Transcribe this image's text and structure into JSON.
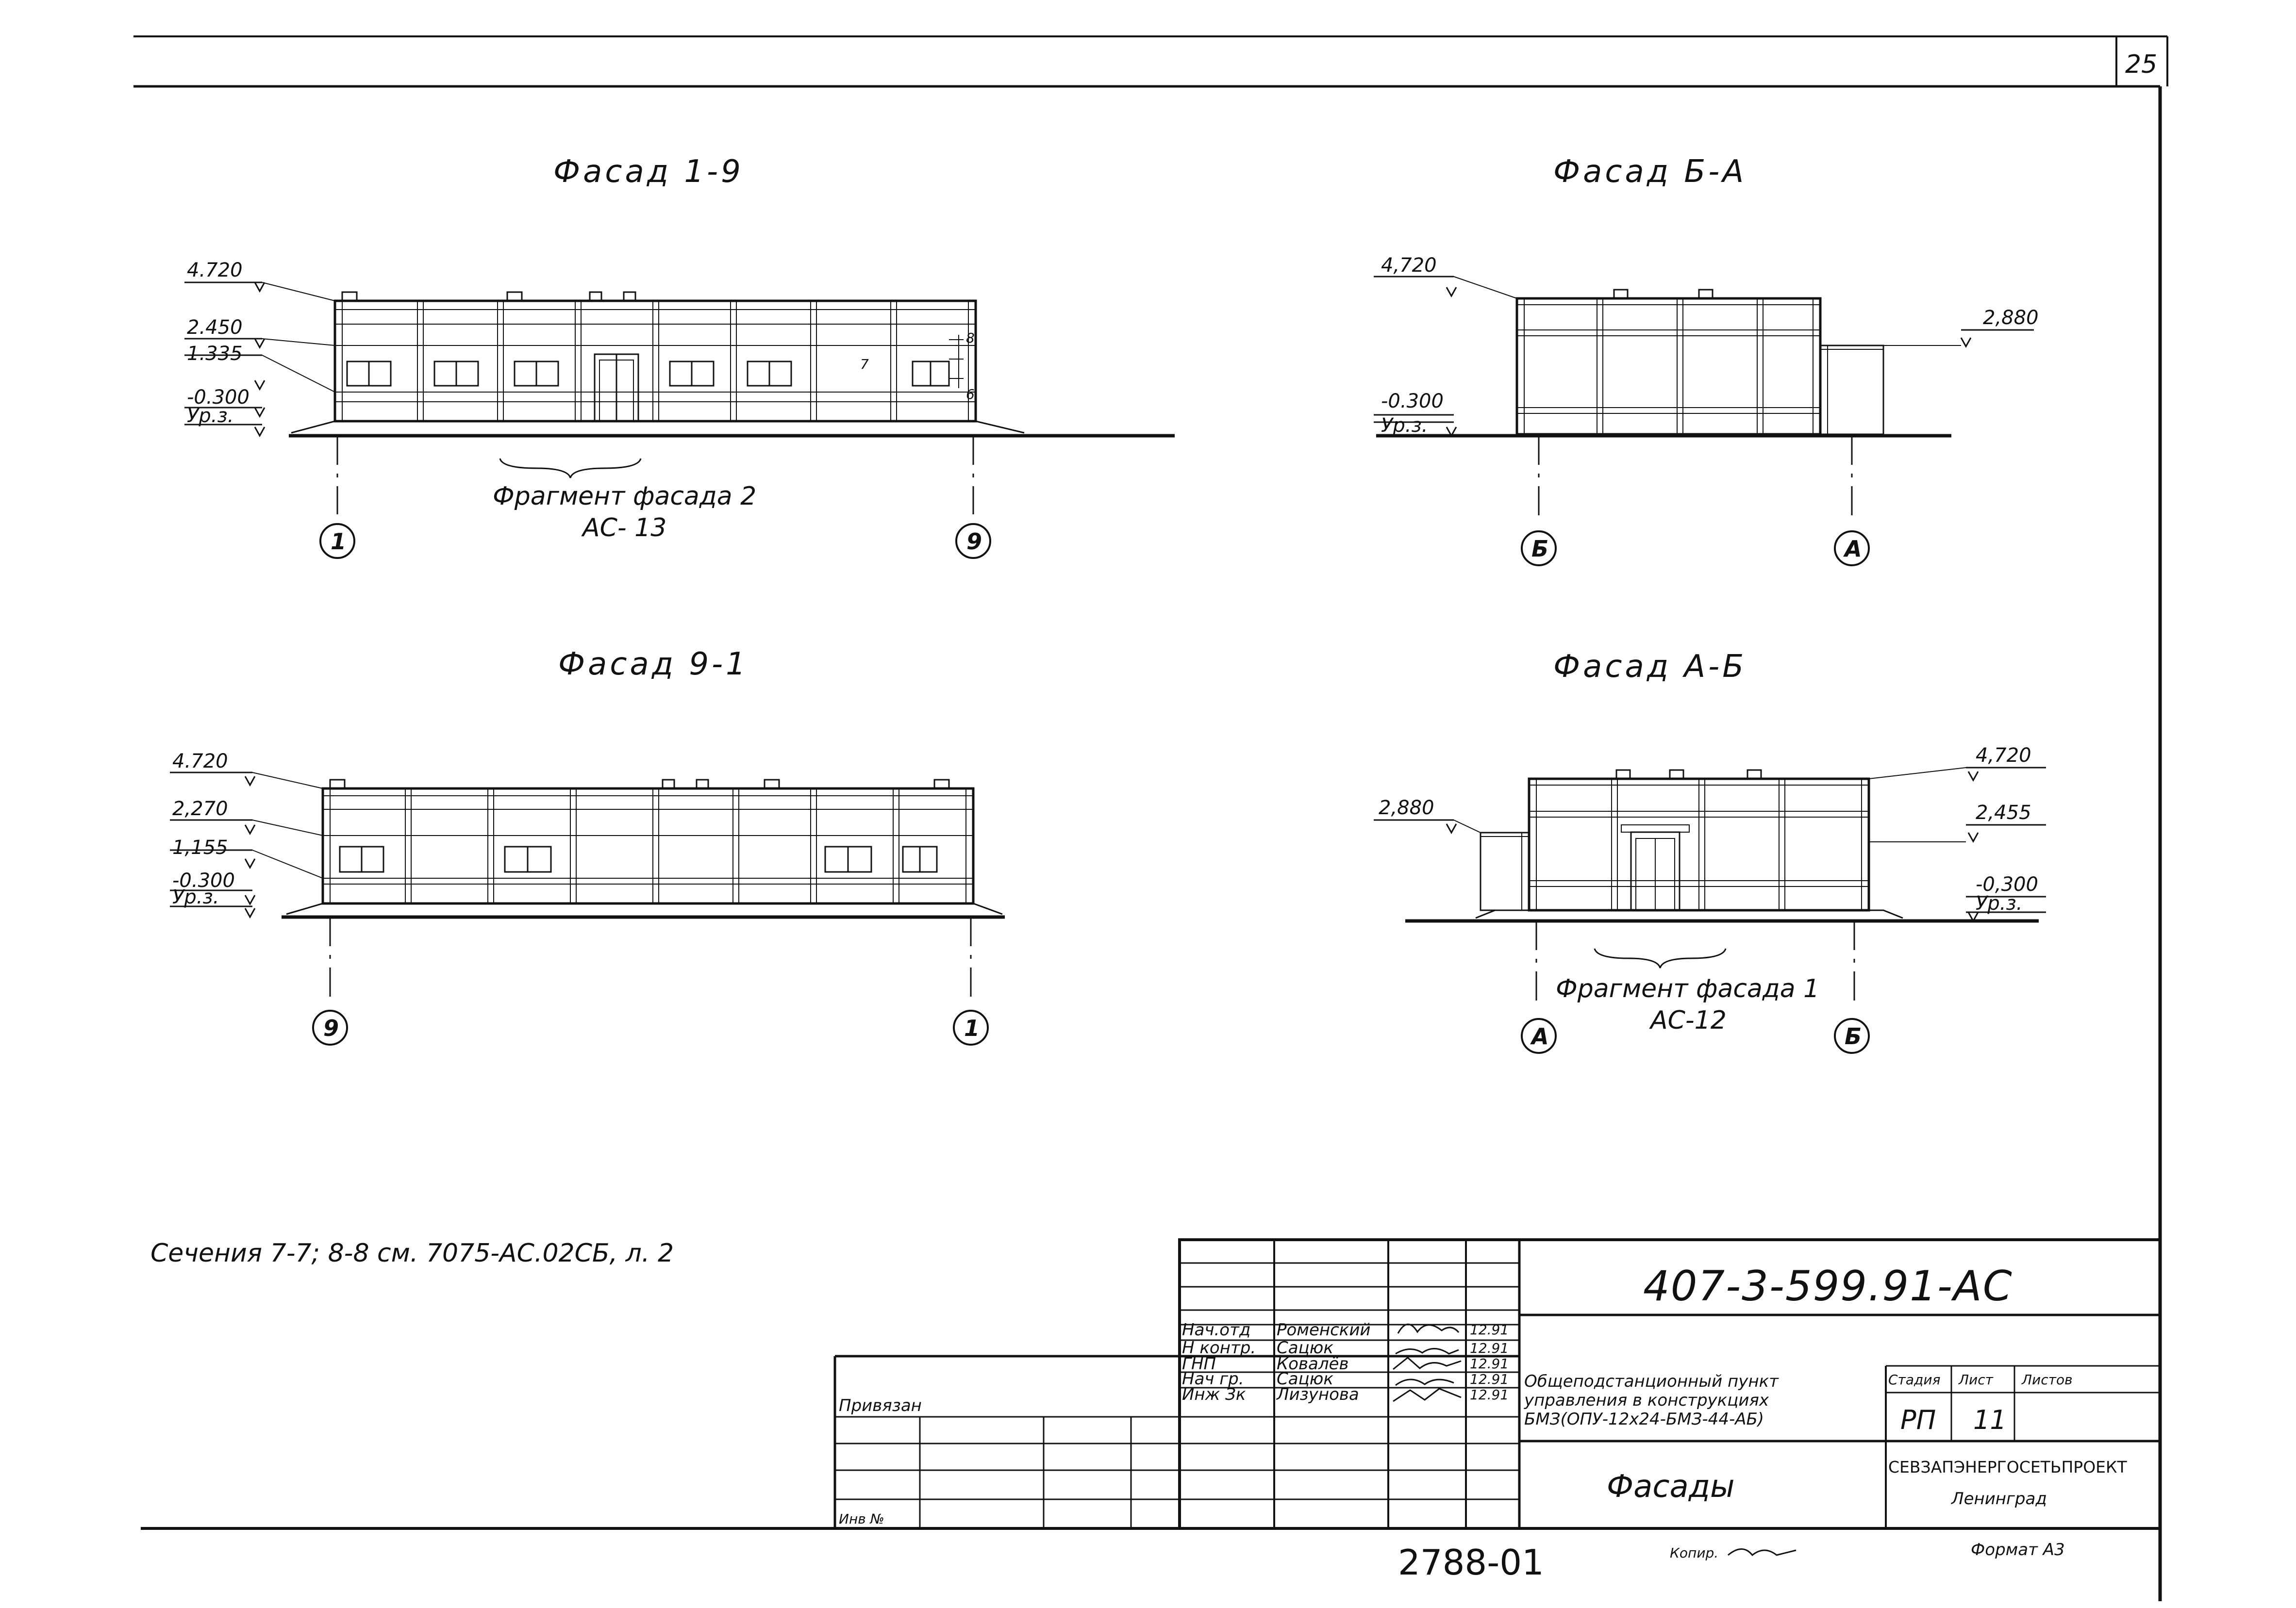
{
  "page": {
    "sheet_number": "25",
    "inventory_number": "2788-01",
    "format": "Формат А3"
  },
  "note": "Сечения 7-7; 8-8 см. 7075-АС.02СБ, л. 2",
  "copied": "Копир. ",
  "facades": {
    "f19": {
      "title": "Фасад 1-9",
      "levels": [
        "4.720",
        "2.450",
        "1.335",
        "-0.300",
        "Ур.з."
      ],
      "axes": [
        "1",
        "9"
      ],
      "fragment": [
        "Фрагмент фасада 2",
        "АС- 13"
      ],
      "marks": [
        "7",
        "8",
        "6"
      ]
    },
    "fba": {
      "title": "Фасад Б-А",
      "levels": [
        "4,720",
        "2,880",
        "-0.300",
        "Ур.з."
      ],
      "axes": [
        "Б",
        "А"
      ]
    },
    "f91": {
      "title": "Фасад 9-1",
      "levels": [
        "4.720",
        "2,270",
        "1,155",
        "-0.300",
        "Ур.з."
      ],
      "axes": [
        "9",
        "1"
      ]
    },
    "fab": {
      "title": "Фасад А-Б",
      "levels": [
        "2,880",
        "4,720",
        "2,455",
        "-0,300",
        "Ур.з."
      ],
      "axes": [
        "А",
        "Б"
      ],
      "fragment": [
        "Фрагмент фасада 1",
        "АС-12"
      ]
    }
  },
  "title_block": {
    "code": "407-3-599.91-АС",
    "roles": [
      "Нач.отд",
      "Н контр.",
      "ГНП",
      "Нач гр.",
      "Инж Зк"
    ],
    "names": [
      "Роменский",
      "Сацюк",
      "Ковалёв",
      "Сацюк",
      "Лизунова"
    ],
    "dates": [
      "12.91",
      "12.91",
      "12.91",
      "12.91",
      "12.91"
    ],
    "project": [
      "Общеподстанционный пункт",
      "управления в конструкциях",
      "БМЗ(ОПУ-12х24-БМЗ-44-АБ)"
    ],
    "stage_label": "Стадия",
    "sheet_label": "Лист",
    "sheets_label": "Листов",
    "stage": "РП",
    "sheet": "11",
    "drawing_name": "Фасады",
    "org": "СЕВЗАПЭНЕРГОСЕТЬПРОЕКТ",
    "city": "Ленинград",
    "bound": "Привязан",
    "inv_label": "Инв №"
  },
  "colors": {
    "ink": "#111111",
    "paper": "#ffffff"
  }
}
